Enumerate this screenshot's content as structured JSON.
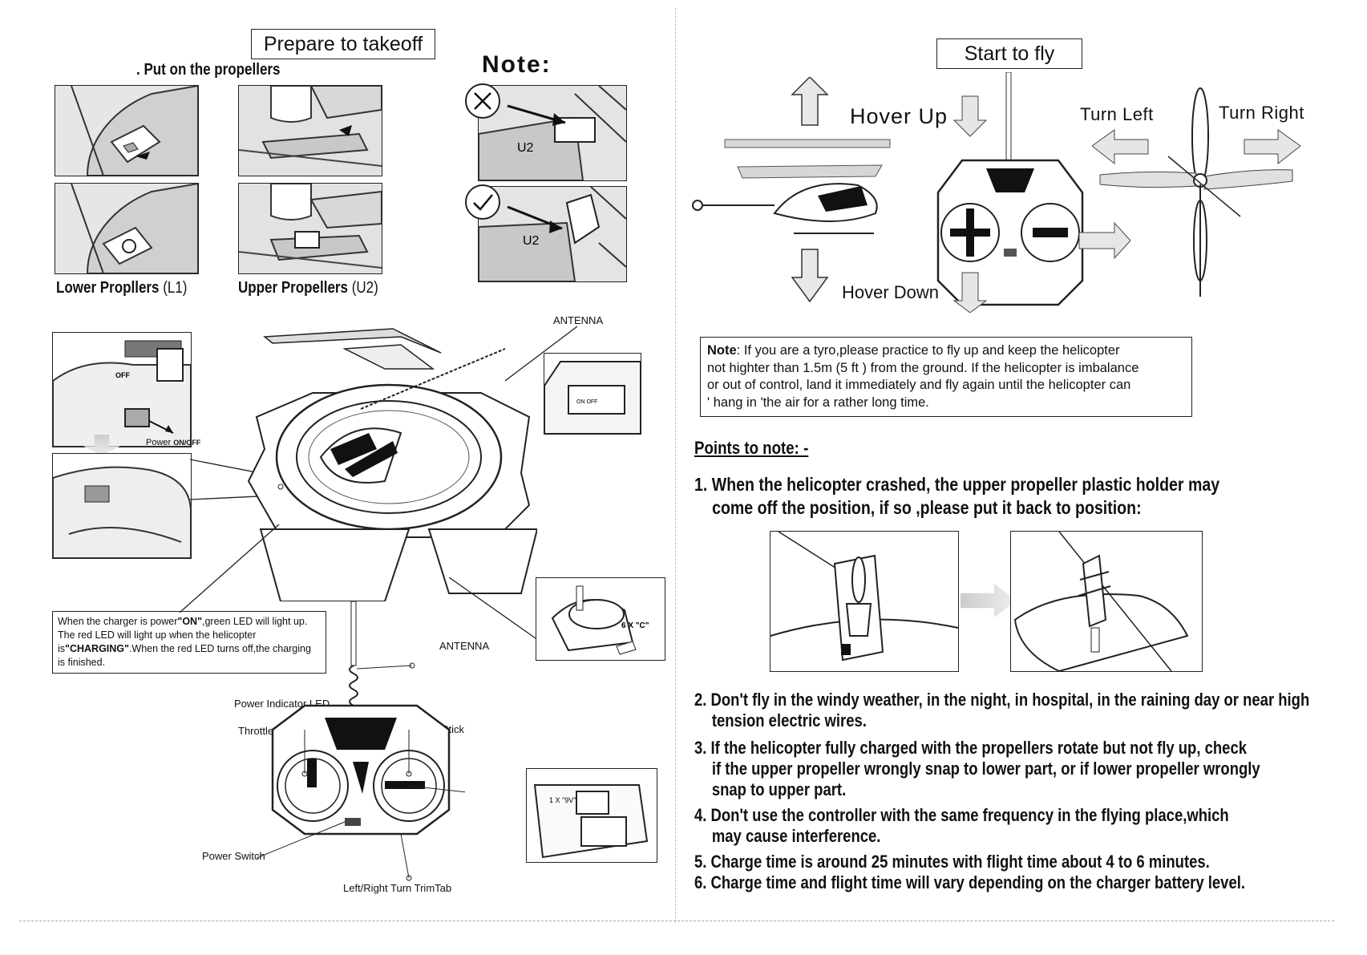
{
  "left": {
    "prepare_title": "Prepare to takeoff",
    "put_on": ". Put on the propellers",
    "note_heading": "Note:",
    "lower_label": "Lower Proplle rs",
    "lower_label_text": "Lower Propllers",
    "lower_code": "(L1)",
    "upper_label_text": "Upper Propellers",
    "upper_code": "(U2)",
    "u2_tag": "U2",
    "antenna_top": "ANTENNA",
    "off_label": "OFF",
    "power_label": "Power",
    "onoff_label": "ON/OFF",
    "switch_label": "ON OFF",
    "batteries_label": "6 X \"C\"",
    "charger_pre": "When the charger is power",
    "charger_on": "\"ON\"",
    "charger_mid": ",green LED will light up. The red LED will light up when the helicopter is",
    "charger_charging": "\"CHARGING\"",
    "charger_post": ".When the red LED turns off,the charging is finished.",
    "antenna_bottom": "ANTENNA",
    "power_led": "Power Indicator LED",
    "throttle": "Throttle Stick",
    "turn_stick": "Left/Right Turn Stick",
    "power_switch": "Power Switch",
    "trim_tab": "Left/Right Turn TrimTab",
    "battery_9v": "1 X \"9V\""
  },
  "right": {
    "start_title": "Start to fly",
    "hover_up": "Hover Up",
    "hover_down": "Hover Down",
    "turn_left": "Turn Left",
    "turn_right": "Turn Right",
    "note_label": "Note",
    "note_text_1": ": If you are a tyro,please practice to fly up and keep the helicopter",
    "note_text_2": "not highter than 1.5m (5 ft ) from the ground. If the helicopter is imbalance",
    "note_text_3": "or out of control, land it immediately and fly again until the helicopter can",
    "note_text_4": "' hang in 'the air for a rather long time.",
    "points_heading": "Points to note: -",
    "point1_line1": "1. When the helicopter crashed, the upper propeller plastic holder may",
    "point1_line2": "come off the position, if so ,please put it back to position:",
    "point2_line1": "2. Don't fly in the windy weather, in the night, in hospital, in the raining day or near high",
    "point2_line2": "tension electric wires.",
    "point3_line1": "3. If the helicopter fully charged with the propellers rotate but not fly up, check",
    "point3_line2": "if the upper propeller wrongly snap to lower part, or if lower propeller wrongly",
    "point3_line3": "snap to upper part.",
    "point4_line1": "4. Don't use the controller with the same frequency in the flying place,which",
    "point4_line2": "may cause interference.",
    "point5": "5. Charge time is around 25 minutes with flight time about 4 to 6 minutes.",
    "point6": "6. Charge time and flight time will vary depending on the charger battery level."
  }
}
